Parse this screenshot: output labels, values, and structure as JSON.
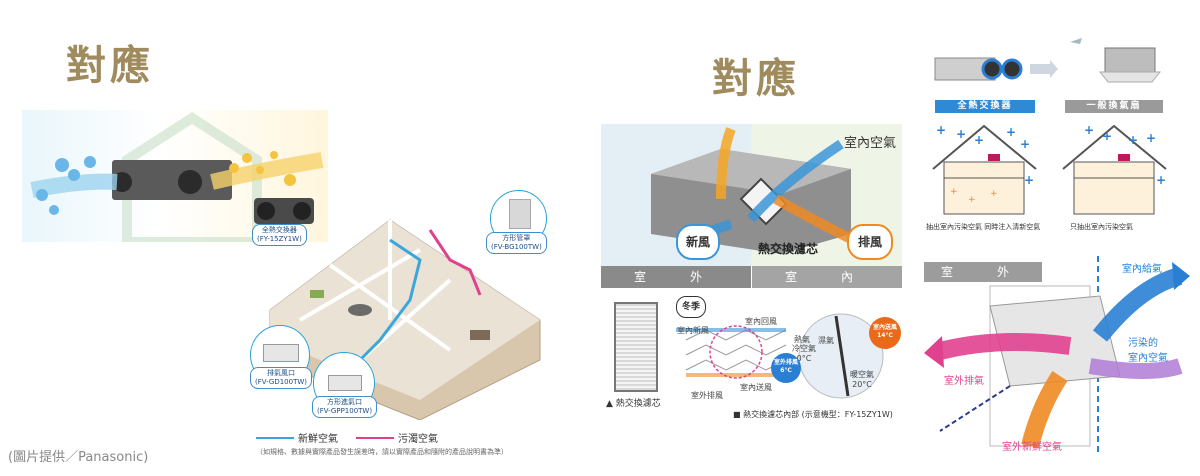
{
  "left": {
    "heading": "對應",
    "credit": "(圖片提供／Panasonic)",
    "hero_labels": {
      "device": "全熱交換器\n(FY-15ZY1W)"
    },
    "callouts": {
      "top_right": "方形管罩\n(FV-BG100TW)",
      "exhaust": "排氣風口\n(FV-GD100TW)",
      "intake": "方形進氣口\n(FV-GPP100TW)"
    },
    "legend": {
      "fresh": "新鮮空氣",
      "dirty": "污濁空氣",
      "note": "（如規格、數據與實際產品發生誤差時，請以實際產品和隨附的產品說明書為準）"
    },
    "colors": {
      "fresh": "#3aa7dc",
      "dirty": "#e0418f"
    }
  },
  "middle": {
    "heading": "對應",
    "labels": {
      "indoor_air": "室內空氣",
      "fresh_air": "新風",
      "exhaust_air": "排風",
      "core": "熱交換濾芯",
      "outdoor_bar": "室　外",
      "indoor_bar": "室　內",
      "winter": "冬季",
      "indoor_return": "室內回風",
      "indoor_fresh": "室內新風",
      "outdoor_exhaust": "室外排風",
      "indoor_supply": "室內送風",
      "hot_air": "熱氣",
      "cold_air": "冷空氣",
      "cold_air_temp": "0°C",
      "wet_air": "濕氣",
      "warm_air": "暖空氣",
      "warm_air_temp": "20°C",
      "outdoor_exhaust_circle": "室外排風\n6°C",
      "indoor_supply_circle": "室內送風\n14°C"
    },
    "captions": {
      "left": "▲ 熱交換濾芯",
      "right": "■ 熱交換濾芯內部 (示意機型：FY-15ZY1W)"
    }
  },
  "right": {
    "tags": {
      "total": "全熱交換器",
      "general": "一般換氣扇"
    },
    "captions": {
      "total": "抽出室內污染空氣 同時注入清新空氣",
      "general": "只抽出室內污染空氣"
    },
    "labels": {
      "outdoor_bar": "室　外",
      "indoor_supply": "室內給氣",
      "polluted": "污染的\n室內空氣",
      "outdoor_exhaust": "室外排氣",
      "outdoor_fresh": "室外新鮮空氣"
    },
    "colors": {
      "blue": "#2a7fd4",
      "pink": "#e0418f",
      "orange": "#f08a24",
      "purple": "#b07bd6"
    }
  }
}
